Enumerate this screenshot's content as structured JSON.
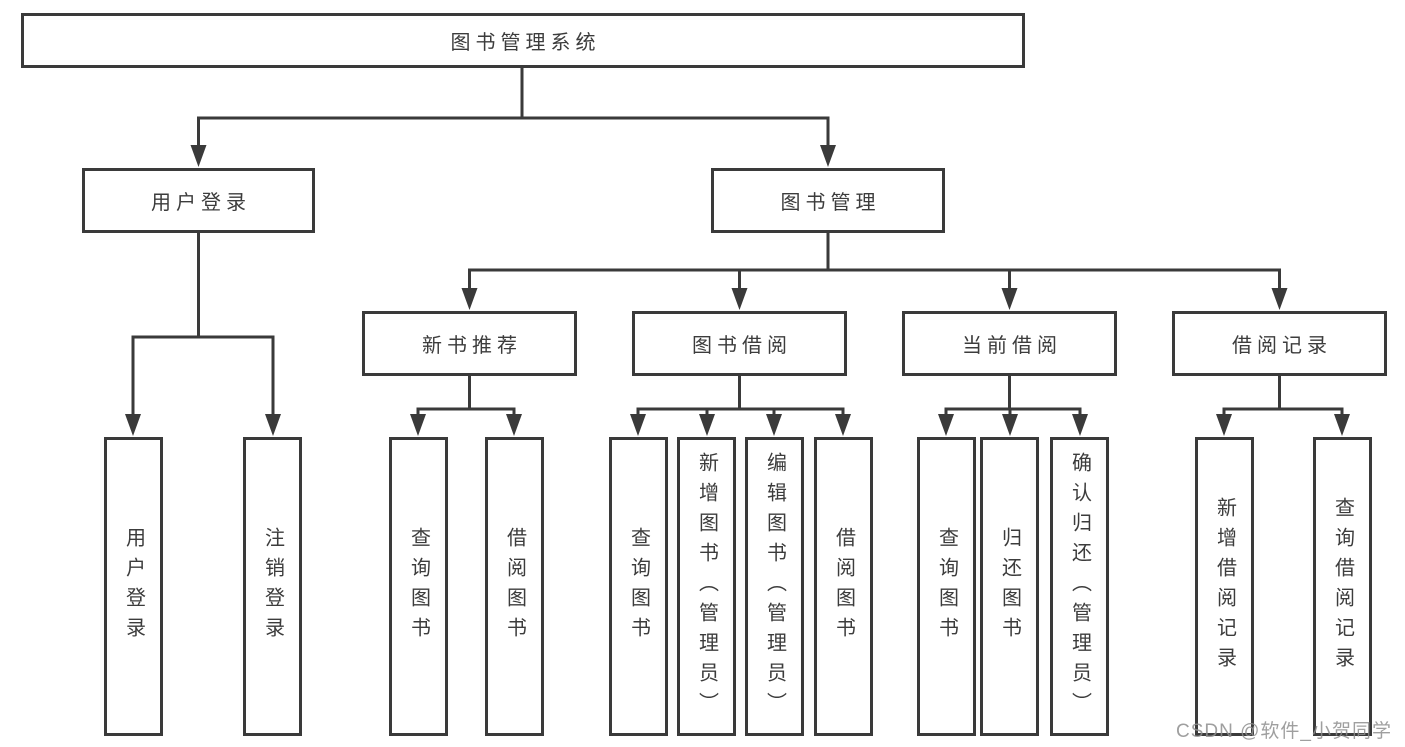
{
  "diagram": {
    "root": "图书管理系统",
    "user_login": {
      "label": "用户登录",
      "children": [
        "用户登录",
        "注销登录"
      ]
    },
    "book_mgmt": {
      "label": "图书管理",
      "new_book_rec": {
        "label": "新书推荐",
        "children": [
          "查询图书",
          "借阅图书"
        ]
      },
      "book_borrow": {
        "label": "图书借阅",
        "children": [
          "查询图书",
          "新增图书（管理员）",
          "编辑图书（管理员）",
          "借阅图书"
        ]
      },
      "current_borrow": {
        "label": "当前借阅",
        "children": [
          "查询图书",
          "归还图书",
          "确认归还（管理员）"
        ]
      },
      "borrow_records": {
        "label": "借阅记录",
        "children": [
          "新增借阅记录",
          "查询借阅记录"
        ]
      }
    }
  },
  "colors": {
    "line": "#3a3a3a",
    "text": "#3c3c3c",
    "watermark": "#8f8f8f"
  },
  "watermark": "CSDN @软件_小贺同学"
}
